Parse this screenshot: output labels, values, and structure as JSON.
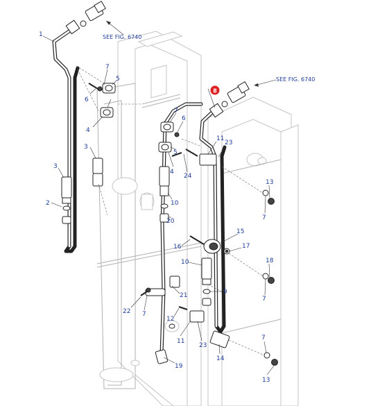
{
  "notes": {
    "see_fig_top": "SEE FIG. 6740",
    "see_fig_right": "SEE FIG. 6740"
  },
  "highlight": {
    "label": "8",
    "color": "#e02020"
  },
  "labels": {
    "l1": "1",
    "l7a": "7",
    "l5a": "5",
    "l6a": "6",
    "l4a": "4",
    "l3a": "3",
    "l3b": "3",
    "l2": "2",
    "l7b": "7",
    "l6b": "6",
    "l5b": "5",
    "l4b": "4",
    "l24": "24",
    "l10a": "10",
    "l20": "20",
    "l11a": "11",
    "l23a": "23",
    "l13a": "13",
    "l7c": "7",
    "l15": "15",
    "l16": "16",
    "l17": "17",
    "l10b": "10",
    "l9": "9",
    "l18": "18",
    "l7d": "7",
    "l21": "21",
    "l22": "22",
    "l7e": "7",
    "l12": "12",
    "l11b": "11",
    "l23b": "23",
    "l14": "14",
    "l19": "19",
    "l7f": "7",
    "l13b": "13"
  }
}
